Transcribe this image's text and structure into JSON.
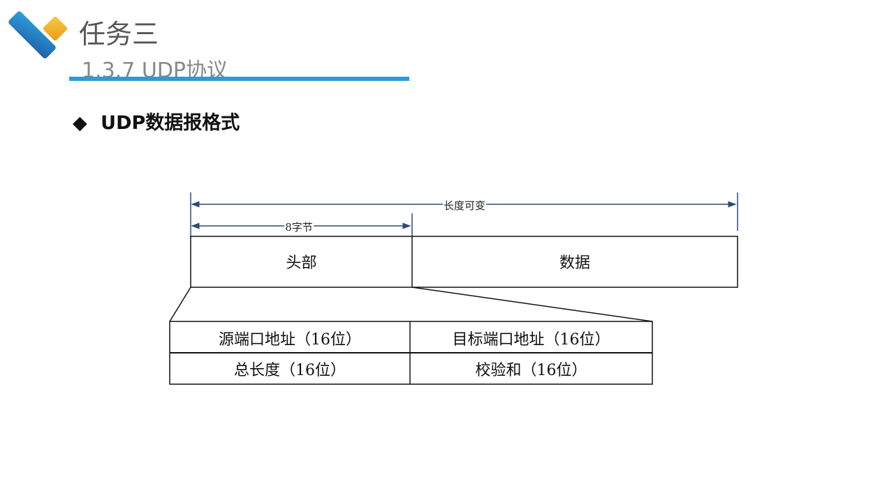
{
  "header": {
    "title": "任务三",
    "subtitle": "1.3.7 UDP协议"
  },
  "heading": {
    "bullet": "◆",
    "text": "UDP数据报格式"
  },
  "diagram": {
    "total_length_label": "长度可变",
    "header_length_label": "8字节",
    "segments": [
      "头部",
      "数据"
    ],
    "header_fields": [
      [
        "源端口地址（16位）",
        "目标端口地址（16位）"
      ],
      [
        "总长度（16位）",
        "校验和（16位）"
      ]
    ]
  },
  "colors": {
    "accent": "#2e9ad8",
    "logo_blue": "#2a7fc4",
    "logo_yellow": "#f0b323",
    "arrow": "#2b4a7a"
  }
}
